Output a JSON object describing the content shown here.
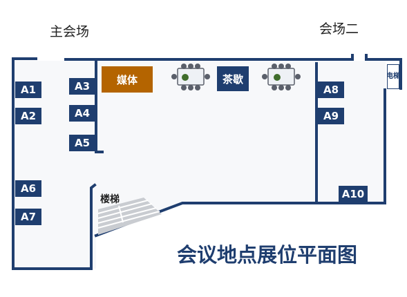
{
  "plan": {
    "title": "会议地点展位平面图",
    "venue_labels": [
      "主会场",
      "会场二"
    ],
    "areas": {
      "media": "媒体",
      "tea": "茶歇",
      "stairs": "楼梯",
      "elevator": [
        "电",
        "梯"
      ]
    },
    "booths": [
      "A1",
      "A2",
      "A3",
      "A4",
      "A5",
      "A6",
      "A7",
      "A8",
      "A9",
      "A10"
    ],
    "colors": {
      "wall": "#1f3e6f",
      "booth": "#1f3e6f",
      "media": "#b46400",
      "floor": "#f7f8fa",
      "table": "#5a5f6a",
      "plant": "#3f6d2b"
    }
  }
}
